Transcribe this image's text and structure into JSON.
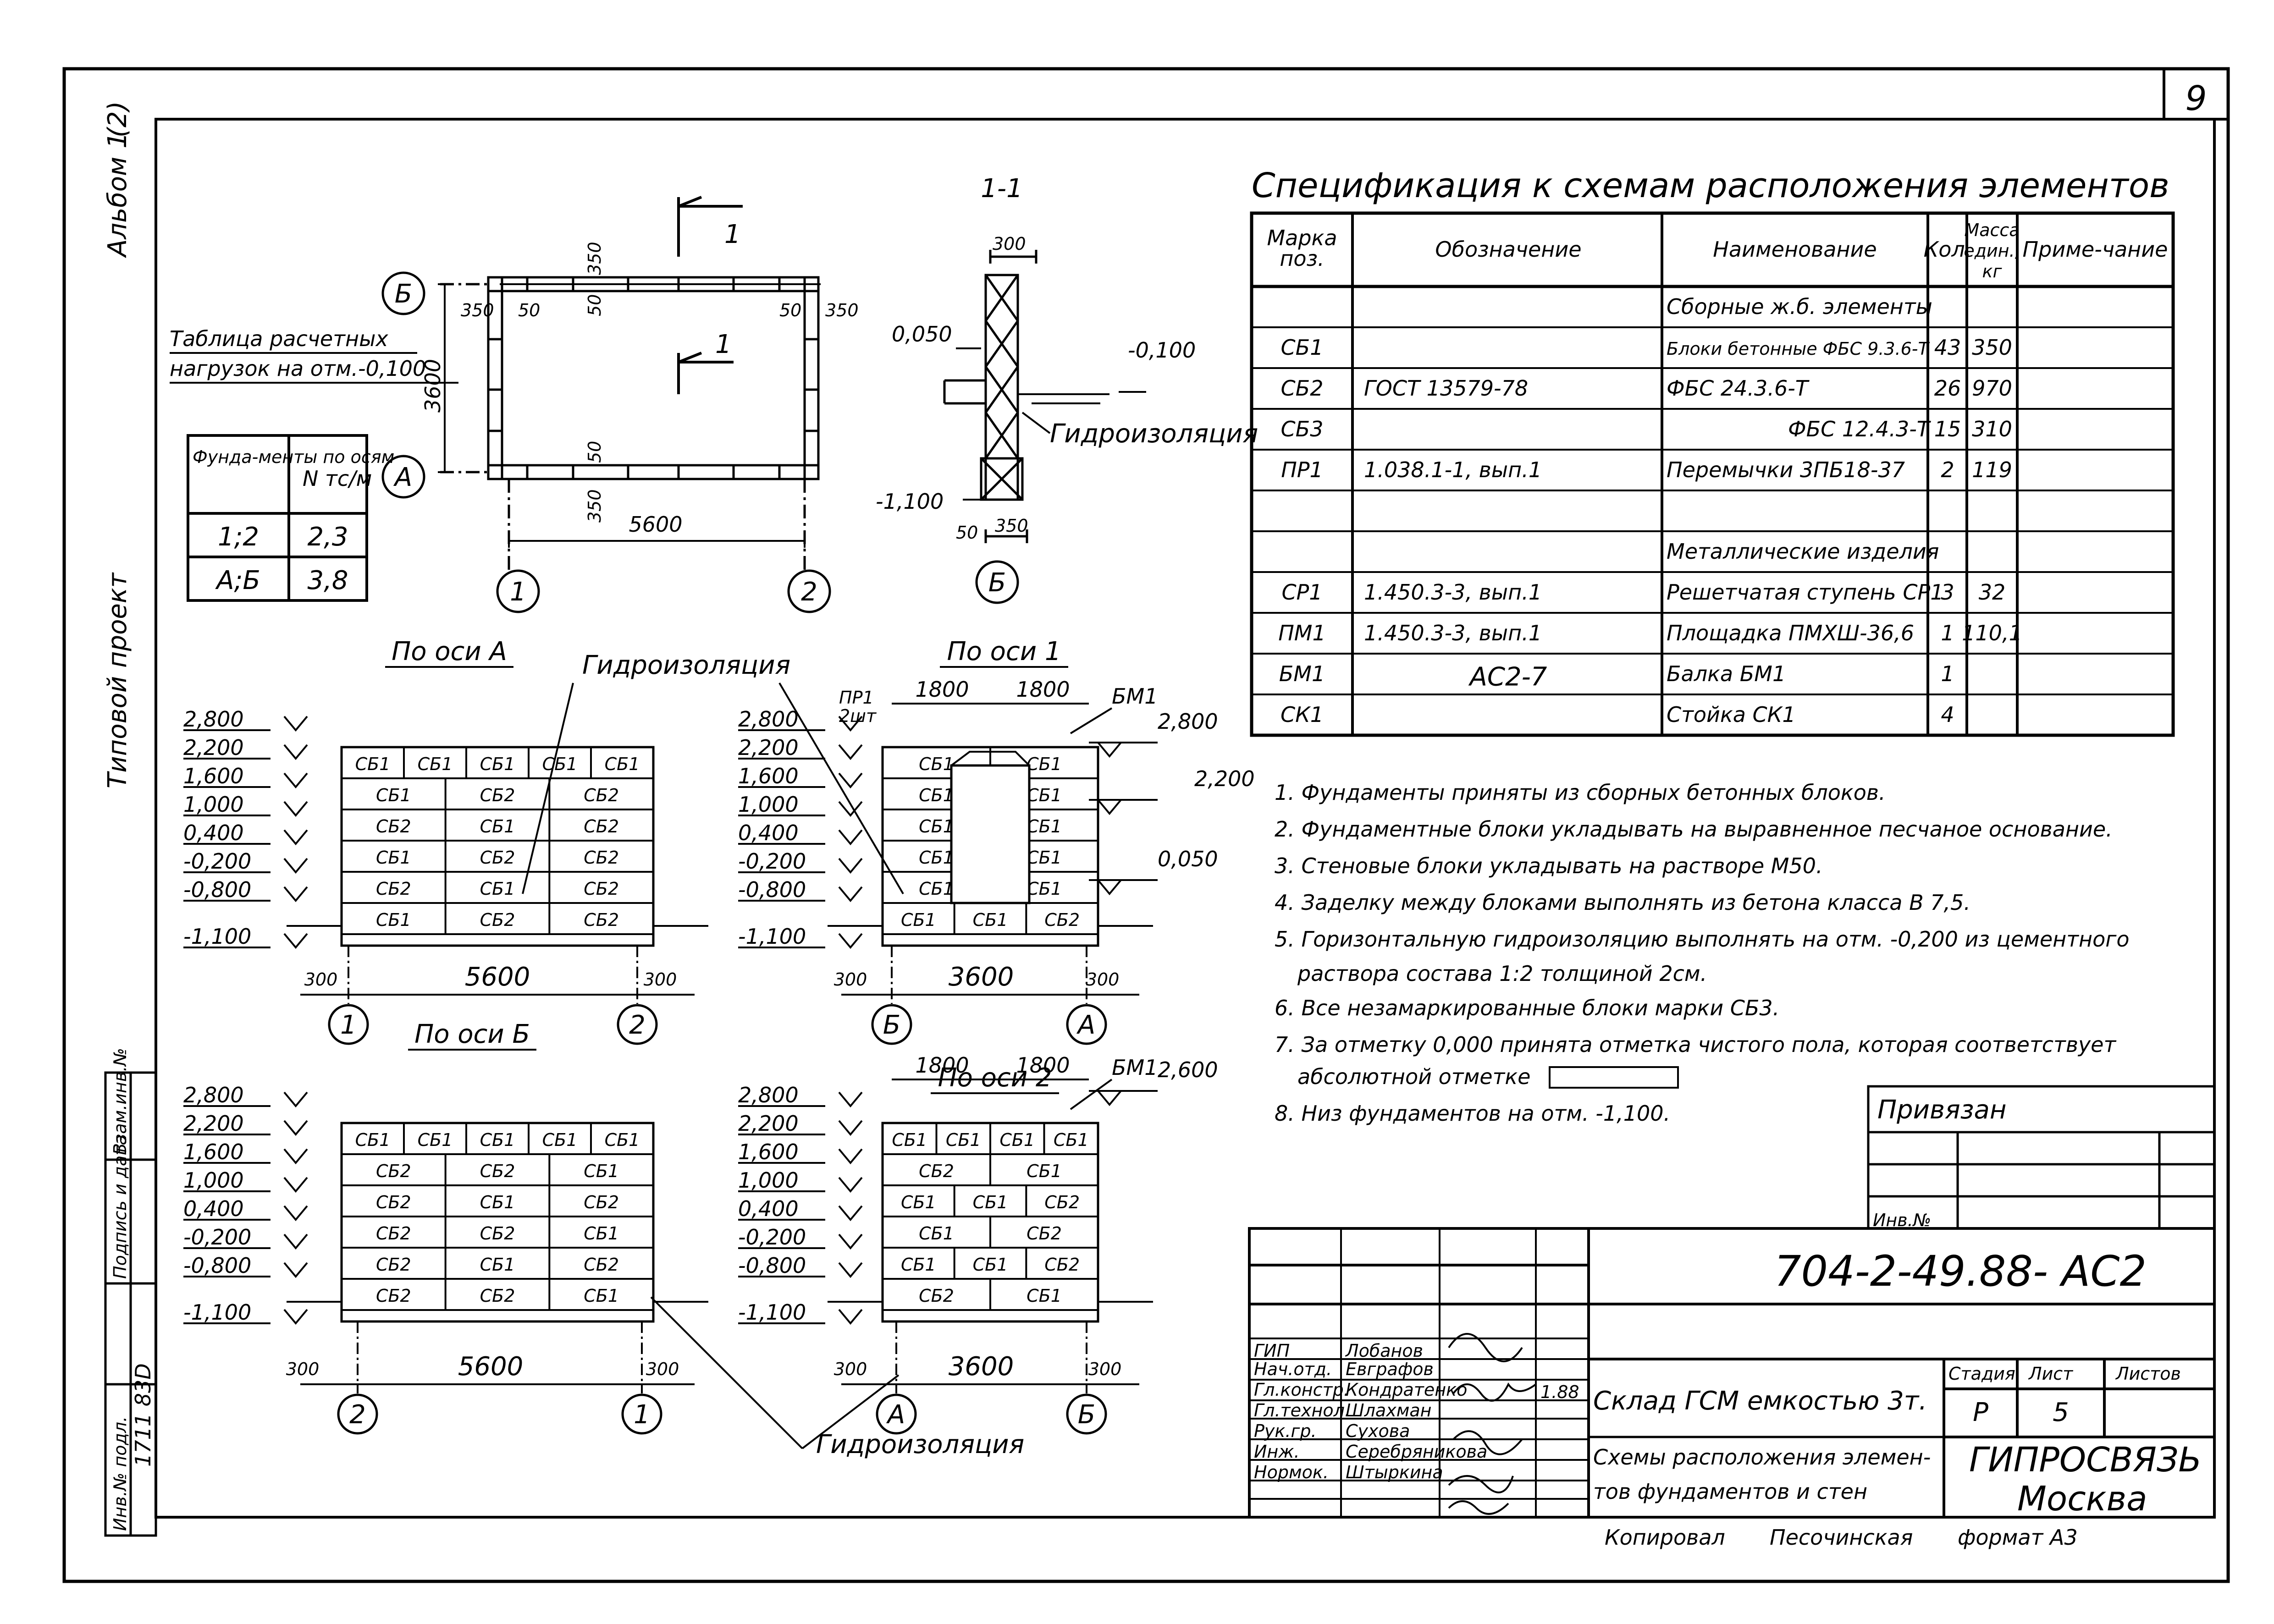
{
  "sheet": {
    "number": "9",
    "side": {
      "album": "Альбом 1",
      "album_index": "(2)",
      "project": "Типовой проект",
      "stamp_headers": [
        "Инв.№ подл.",
        "Подпись и дата",
        "Взам.инв.№"
      ],
      "stamp_value": "1711 83D"
    }
  },
  "plan": {
    "section_marks": [
      "1",
      "1"
    ],
    "axes": [
      "Б",
      "А",
      "1",
      "2"
    ],
    "dims": [
      "350",
      "50",
      "50",
      "350",
      "350",
      "50",
      "50",
      "350",
      "3600",
      "5600"
    ]
  },
  "loads_table": {
    "title_line1": "Таблица расчетных",
    "title_line2": "нагрузок на отм.-0,100",
    "head_col1": "Фунда-менты по осям",
    "head_col2": "N тс/м",
    "rows": [
      [
        "1;2",
        "2,3"
      ],
      [
        "А;Б",
        "3,8"
      ]
    ]
  },
  "section": {
    "title": "1-1",
    "dims": [
      "300",
      "0,050",
      "-0,100",
      "-1,100",
      "50",
      "350"
    ],
    "waterproofing": "Гидроизоляция",
    "axis": "Б"
  },
  "elevations": [
    {
      "title": "По оси А",
      "levels": [
        "2,800",
        "2,200",
        "1,600",
        "1,000",
        "0,400",
        "-0,200",
        "-0,800",
        "-1,100"
      ],
      "rows": [
        [
          "СБ1",
          "СБ1",
          "СБ1",
          "СБ1",
          "СБ1"
        ],
        [
          "СБ1",
          "СБ2",
          "СБ2"
        ],
        [
          "СБ2",
          "СБ1",
          "СБ2"
        ],
        [
          "СБ1",
          "СБ2",
          "СБ2"
        ],
        [
          "СБ2",
          "СБ1",
          "СБ2"
        ],
        [
          "СБ1",
          "СБ2",
          "СБ2"
        ]
      ],
      "dims": [
        "300",
        "5600",
        "300"
      ],
      "axes": [
        "1",
        "2"
      ],
      "waterproofing": "Гидроизоляция"
    },
    {
      "title": "По оси 1",
      "levels": [
        "2,800",
        "2,200",
        "1,600",
        "1,000",
        "0,400",
        "-0,200",
        "-0,800",
        "-1,100"
      ],
      "rows": [
        [
          "СБ1",
          "СБ1"
        ],
        [
          "СБ1",
          "СБ1"
        ],
        [
          "СБ1",
          "СБ1"
        ],
        [
          "СБ1",
          "СБ1"
        ],
        [
          "СБ1",
          "СБ1"
        ],
        [
          "СБ1",
          "СБ1",
          "СБ2"
        ]
      ],
      "top_dims": [
        "1800",
        "1800"
      ],
      "lintel": "ПР1",
      "lintel_count": "2шт",
      "beam": "БМ1",
      "marks": [
        "2,800",
        "2,200",
        "0,050"
      ],
      "dims": [
        "300",
        "3600",
        "300"
      ],
      "axes": [
        "Б",
        "А"
      ]
    },
    {
      "title": "По оси Б",
      "levels": [
        "2,800",
        "2,200",
        "1,600",
        "1,000",
        "0,400",
        "-0,200",
        "-0,800",
        "-1,100"
      ],
      "rows": [
        [
          "СБ1",
          "СБ1",
          "СБ1",
          "СБ1",
          "СБ1"
        ],
        [
          "СБ2",
          "СБ2",
          "СБ1"
        ],
        [
          "СБ2",
          "СБ1",
          "СБ2"
        ],
        [
          "СБ2",
          "СБ2",
          "СБ1"
        ],
        [
          "СБ2",
          "СБ1",
          "СБ2"
        ],
        [
          "СБ2",
          "СБ2",
          "СБ1"
        ]
      ],
      "dims": [
        "300",
        "5600",
        "300"
      ],
      "axes": [
        "2",
        "1"
      ]
    },
    {
      "title": "По оси 2",
      "levels": [
        "2,800",
        "2,200",
        "1,600",
        "1,000",
        "0,400",
        "-0,200",
        "-0,800",
        "-1,100"
      ],
      "rows": [
        [
          "СБ1",
          "СБ1",
          "СБ1",
          "СБ1"
        ],
        [
          "СБ2",
          "СБ1"
        ],
        [
          "СБ1",
          "СБ1",
          "СБ2"
        ],
        [
          "СБ1",
          "СБ2"
        ],
        [
          "СБ1",
          "СБ1",
          "СБ2"
        ],
        [
          "СБ2",
          "СБ1"
        ]
      ],
      "top_dims": [
        "1800",
        "1800"
      ],
      "beam": "БМ1",
      "marks": [
        "2,600"
      ],
      "dims": [
        "300",
        "3600",
        "300"
      ],
      "axes": [
        "А",
        "Б"
      ],
      "waterproofing": "Гидроизоляция"
    }
  ],
  "spec": {
    "title": "Спецификация к схемам расположения элементов",
    "headers": [
      "Марка поз.",
      "Обозначение",
      "Наименование",
      "Кол.",
      "Масса един., кг",
      "Приме-чание"
    ],
    "rows": [
      [
        "",
        "",
        "Сборные ж.б. элементы",
        "",
        "",
        ""
      ],
      [
        "СБ1",
        "",
        "Блоки бетонные ФБС 9.3.6-Т",
        "43",
        "350",
        ""
      ],
      [
        "СБ2",
        "ГОСТ 13579-78",
        "ФБС 24.3.6-Т",
        "26",
        "970",
        ""
      ],
      [
        "СБ3",
        "",
        "ФБС 12.4.3-Т",
        "15",
        "310",
        ""
      ],
      [
        "ПР1",
        "1.038.1-1, вып.1",
        "Перемычки 3ПБ18-37",
        "2",
        "119",
        ""
      ],
      [
        "",
        "",
        "",
        "",
        "",
        ""
      ],
      [
        "",
        "",
        "Металлические изделия",
        "",
        "",
        ""
      ],
      [
        "СР1",
        "1.450.3-3, вып.1",
        "Решетчатая ступень СР1",
        "3",
        "32",
        ""
      ],
      [
        "ПМ1",
        "1.450.3-3, вып.1",
        "Площадка ПМХШ-36,6",
        "1",
        "110,1",
        ""
      ],
      [
        "БМ1",
        "",
        "Балка БМ1",
        "1",
        "",
        ""
      ],
      [
        "СК1",
        "",
        "Стойка СК1",
        "4",
        "",
        ""
      ]
    ],
    "merged_designation": "АС2-7"
  },
  "notes": [
    "1. Фундаменты приняты из сборных бетонных блоков.",
    "2. Фундаментные блоки укладывать на выравненное песчаное основание.",
    "3. Стеновые блоки укладывать на растворе М50.",
    "4. Заделку между блоками выполнять из бетона класса В 7,5.",
    "5. Горизонтальную гидроизоляцию выполнять на отм. -0,200 из цементного",
    "раствора состава 1:2 толщиной 2см.",
    "6. Все незамаркированные блоки марки СБ3.",
    "7. За отметку 0,000 принята отметка чистого пола, которая соответствует",
    "абсолютной отметке",
    "8. Низ фундаментов на отм. -1,100."
  ],
  "binding": {
    "title": "Привязан",
    "inv": "Инв.№"
  },
  "title_block": {
    "code": "704-2-49.88- АС2",
    "object": "Склад ГСМ емкостью 3т.",
    "drawing_line1": "Схемы расположения элемен-",
    "drawing_line2": "тов фундаментов и стен",
    "stage_header": "Стадия",
    "sheet_header": "Лист",
    "sheets_header": "Листов",
    "stage": "Р",
    "sheet_no": "5",
    "org": "ГИПРОСВЯЗЬ",
    "city": "Москва",
    "date": "1.88",
    "staff": [
      [
        "ГИП",
        "Лобанов"
      ],
      [
        "Нач.отд.",
        "Евграфов"
      ],
      [
        "Гл.констр.",
        "Кондратенко"
      ],
      [
        "Гл.технол.",
        "Шлахман"
      ],
      [
        "Рук.гр.",
        "Сухова"
      ],
      [
        "Инж.",
        "Серебряникова"
      ],
      [
        "Нормок.",
        "Штыркина"
      ]
    ],
    "copied_label": "Копировал",
    "copied_by": "Песочинская",
    "format": "формат А3"
  }
}
